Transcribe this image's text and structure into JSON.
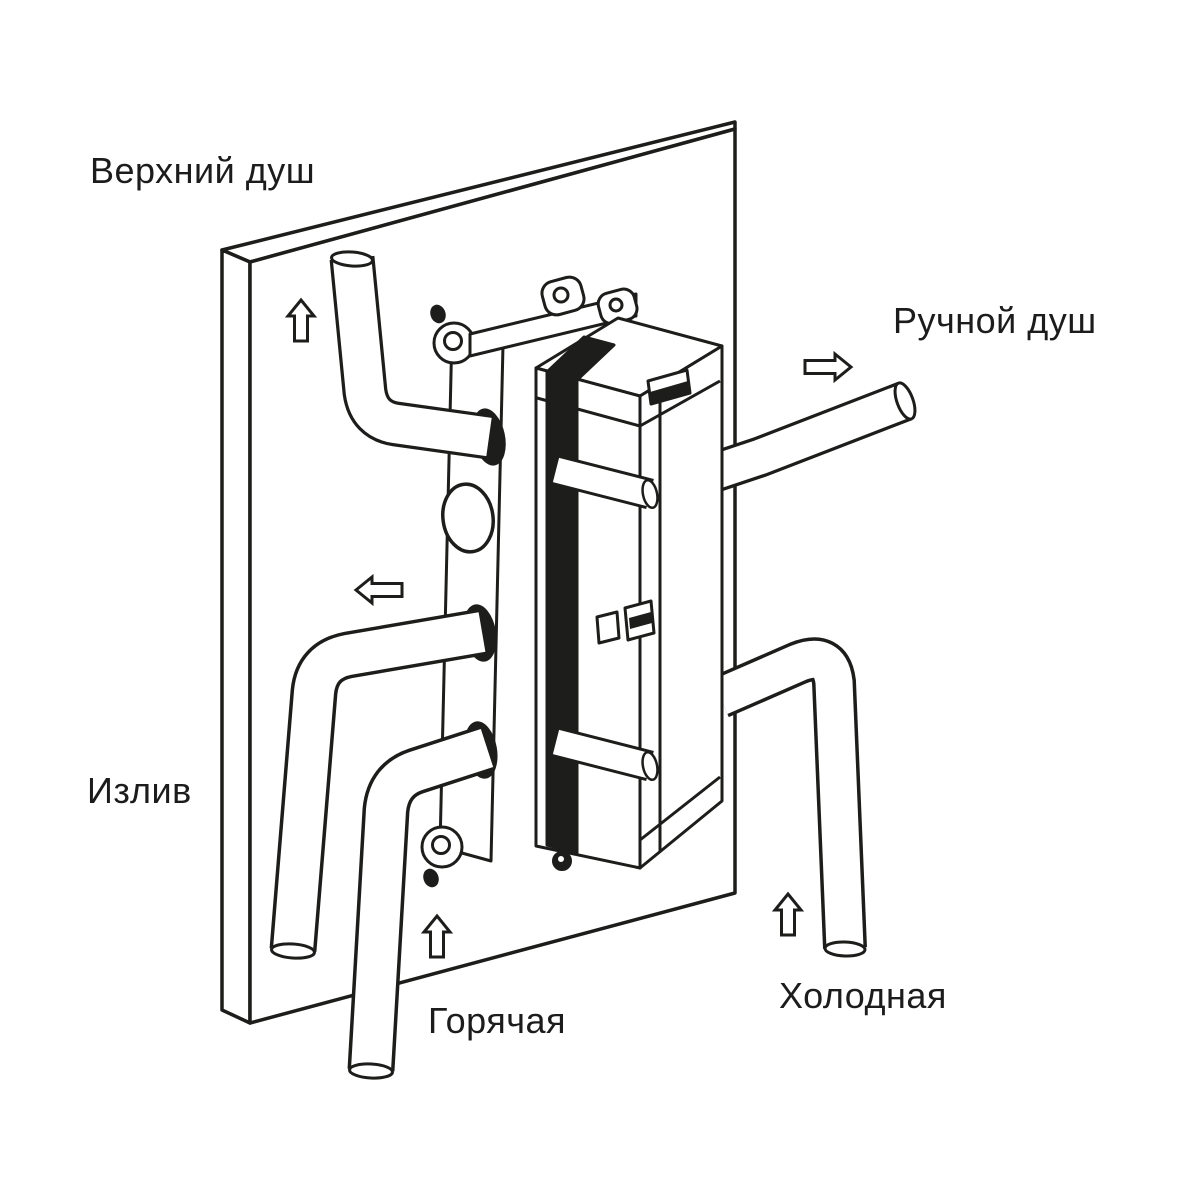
{
  "diagram": {
    "title_hint": "Concealed shower valve installation diagram",
    "background_color": "#ffffff",
    "line_color": "#1d1d1b",
    "labels": {
      "top_shower": "Верхний душ",
      "hand_shower": "Ручной душ",
      "spout": "Излив",
      "hot": "Горячая",
      "cold": "Холодная"
    },
    "arrows": [
      {
        "name": "top-shower-flow",
        "direction": "up"
      },
      {
        "name": "hand-shower-flow",
        "direction": "right"
      },
      {
        "name": "spout-flow",
        "direction": "left"
      },
      {
        "name": "hot-flow",
        "direction": "up"
      },
      {
        "name": "cold-flow",
        "direction": "up"
      }
    ]
  }
}
